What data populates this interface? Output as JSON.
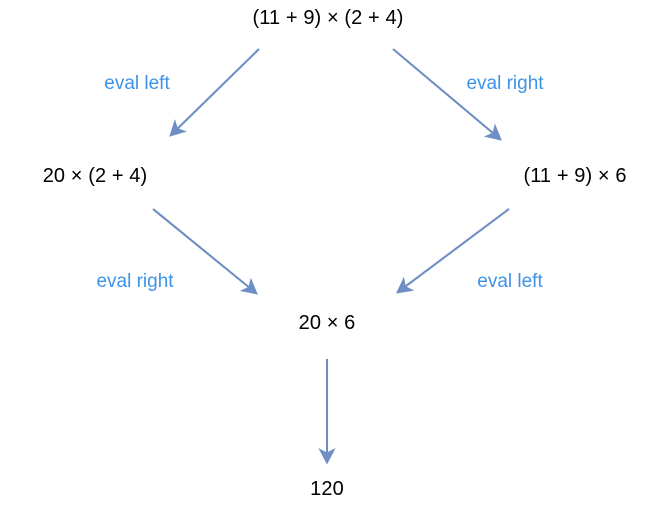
{
  "diagram": {
    "title": "expression evaluation order diagram",
    "colors": {
      "node_text": "#000000",
      "edge_label": "#3d93e8",
      "arrow": "#6d8fc4",
      "background": "#ffffff"
    },
    "nodes": [
      {
        "id": "root",
        "text": "(11 + 9) × (2 + 4)"
      },
      {
        "id": "left",
        "text": "20 × (2 + 4)"
      },
      {
        "id": "right",
        "text": "(11 + 9) × 6"
      },
      {
        "id": "mid",
        "text": "20 × 6"
      },
      {
        "id": "result",
        "text": "120"
      }
    ],
    "edges": [
      {
        "id": "root-to-left",
        "label": "eval left",
        "from": "root",
        "to": "left"
      },
      {
        "id": "root-to-right",
        "label": "eval right",
        "from": "root",
        "to": "right"
      },
      {
        "id": "left-to-mid",
        "label": "eval right",
        "from": "left",
        "to": "mid"
      },
      {
        "id": "right-to-mid",
        "label": "eval left",
        "from": "right",
        "to": "mid"
      },
      {
        "id": "mid-to-result",
        "label": "",
        "from": "mid",
        "to": "result"
      }
    ]
  }
}
